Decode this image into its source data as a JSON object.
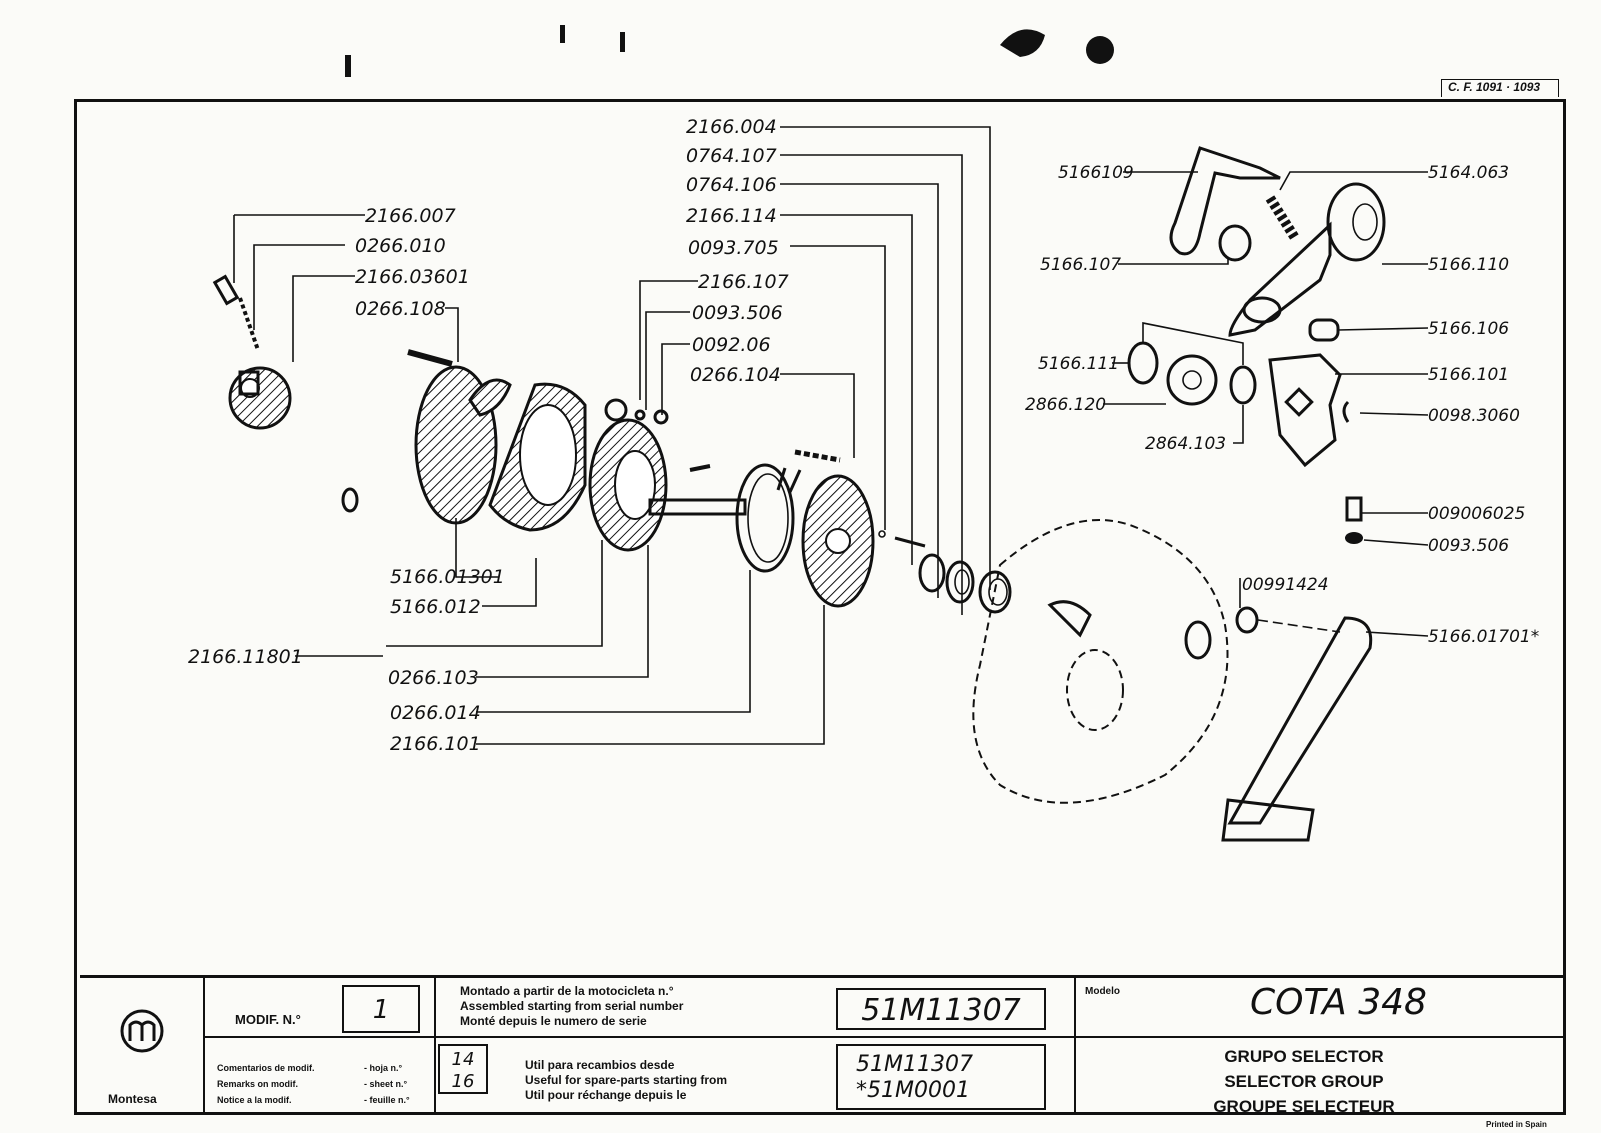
{
  "ref_code": "C. F. 1091 · 1093",
  "labels": {
    "l2166_004": "2166.004",
    "l0764_107": "0764.107",
    "l0764_106": "0764.106",
    "l2166_114": "2166.114",
    "l0093_705": "0093.705",
    "l2166_107": "2166.107",
    "l0093_506a": "0093.506",
    "l0092_06": "0092.06",
    "l0266_104": "0266.104",
    "l2166_007": "2166.007",
    "l0266_010": "0266.010",
    "l2166_03601": "2166.03601",
    "l0266_108": "0266.108",
    "l5166_01301": "5166.01301",
    "l5166_012": "5166.012",
    "l2166_11801": "2166.11801",
    "l0266_103": "0266.103",
    "l0266_014": "0266.014",
    "l2166_101": "2166.101",
    "l5166109": "5166109",
    "l5164_063": "5164.063",
    "l5166_107": "5166.107",
    "l5166_110": "5166.110",
    "l5166_106": "5166.106",
    "l5166_111": "5166.111",
    "l5166_101": "5166.101",
    "l2866_120": "2866.120",
    "l0098_3060": "0098.3060",
    "l2864_103": "2864.103",
    "l009006025": "009006025",
    "l0093_506b": "0093.506",
    "l00991424": "00991424",
    "l5166_01701": "5166.01701*"
  },
  "title_block": {
    "logo_text": "Montesa",
    "modif_label": "MODIF. N.°",
    "modif_value": "1",
    "assembled_es": "Montado a partir de la motocicleta n.°",
    "assembled_en": "Assembled starting from serial number",
    "assembled_fr": "Monté depuis le numero de serie",
    "serial": "51M11307",
    "modelo_label": "Modelo",
    "model": "COTA 348",
    "comment_es": "Comentarios de modif.",
    "comment_en": "Remarks on modif.",
    "comment_fr": "Notice a la modif.",
    "sheet_es": "- hoja n.°",
    "sheet_en": "- sheet n.°",
    "sheet_fr": "- feuille n.°",
    "sheet_num": "14",
    "sheet_total": "16",
    "spare_es": "Util para recambios desde",
    "spare_en": "Useful for spare-parts starting from",
    "spare_fr": "Util pour réchange depuis le",
    "spare_serial_1": "51M11307",
    "spare_serial_2": "*51M0001",
    "group_es": "GRUPO SELECTOR",
    "group_en": "SELECTOR GROUP",
    "group_fr": "GROUPE SELECTEUR"
  },
  "printed_note": "Printed in Spain"
}
